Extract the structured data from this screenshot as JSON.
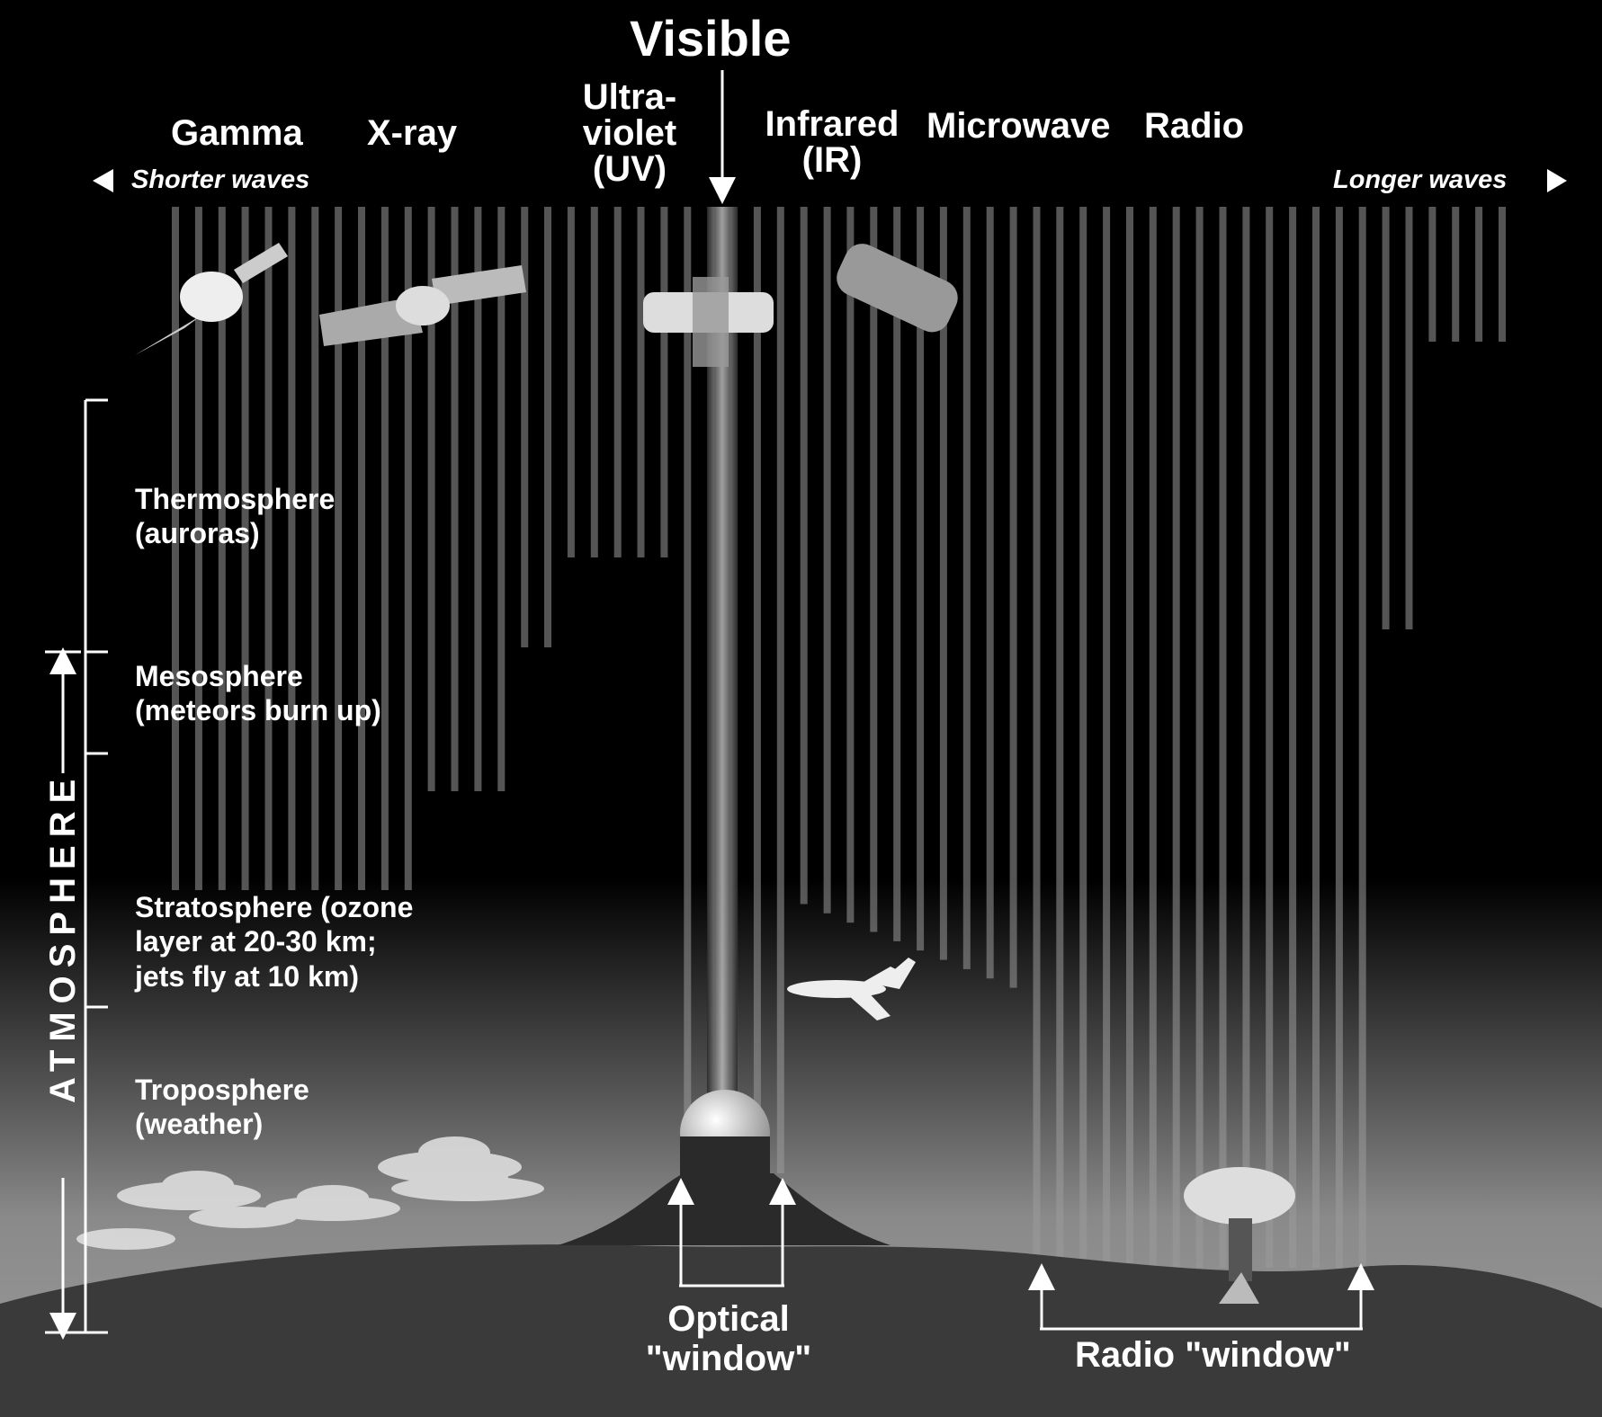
{
  "header": {
    "visible": "Visible",
    "bands": {
      "gamma": "Gamma",
      "xray": "X-ray",
      "uv": "Ultra-\nviolet\n(UV)",
      "infrared": "Infrared\n(IR)",
      "microwave": "Microwave",
      "radio": "Radio"
    },
    "shorter_waves": "Shorter waves",
    "longer_waves": "Longer waves"
  },
  "layers": {
    "thermosphere": "Thermosphere\n(auroras)",
    "mesosphere": "Mesosphere\n(meteors burn up)",
    "stratosphere": "Stratosphere (ozone\nlayer at 20-30 km;\njets fly at 10 km)",
    "troposphere": "Troposphere\n(weather)"
  },
  "atmosphere_label": "ATMOSPHERE",
  "windows": {
    "optical": "Optical\n\"window\"",
    "radio": "Radio \"window\""
  },
  "icons": [
    "gamma-satellite-icon",
    "xray-satellite-icon",
    "hubble-telescope-icon",
    "infrared-telescope-icon",
    "airplane-icon",
    "observatory-dome-icon",
    "radio-dish-icon",
    "cloud-icon"
  ],
  "colors": {
    "background": "#000000",
    "ground": "#3a3a3a",
    "text": "#ffffff"
  }
}
